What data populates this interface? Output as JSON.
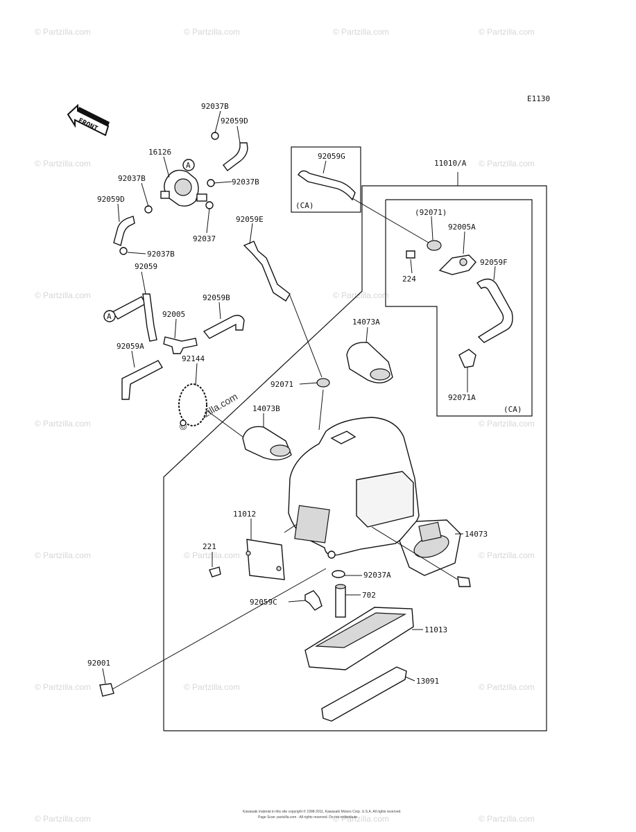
{
  "diagram_code": "E1130",
  "front_arrow": "FRONT",
  "watermark": "© Partzilla.com",
  "footer": {
    "line1": "Kawasaki material in this site copyright © 1998-2011, Kawasaki Motors Corp. U.S.A. All rights reserved.",
    "line2": "Page Scan: partzilla.com - All rights reserved. Do not redistribute"
  },
  "callouts": {
    "A": "A",
    "ca": "(CA)"
  },
  "parts": {
    "p92037B_top": "92037B",
    "p92059D_top": "92059D",
    "p16126": "16126",
    "p92037B_left": "92037B",
    "p92037B_right": "92037B",
    "p92059D_left": "92059D",
    "p92037": "92037",
    "p92037B_low": "92037B",
    "p92059": "92059",
    "p92059E": "92059E",
    "p92059B": "92059B",
    "p92005": "92005",
    "p92059A": "92059A",
    "p92144": "92144",
    "p92059G": "92059G",
    "p11010A": "11010/A",
    "p92071_paren": "(92071)",
    "p92005A": "92005A",
    "p224": "224",
    "p92059F": "92059F",
    "p14073A": "14073A",
    "p92071": "92071",
    "p92071A": "92071A",
    "p14073B": "14073B",
    "p11012": "11012",
    "p14073": "14073",
    "p221": "221",
    "p92037A": "92037A",
    "p702": "702",
    "p92059C": "92059C",
    "p11013": "11013",
    "p92001": "92001",
    "p13091": "13091"
  }
}
